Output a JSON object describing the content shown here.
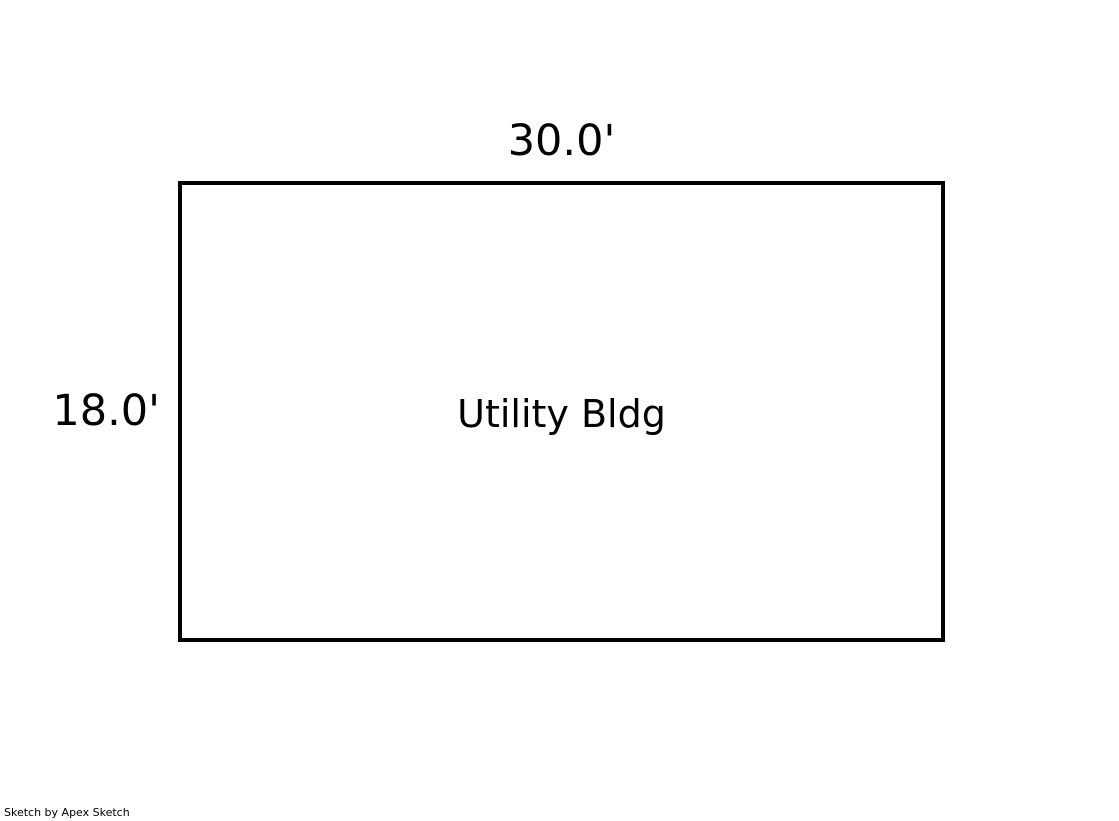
{
  "sketch": {
    "building_label": "Utility Bldg",
    "top_dimension": "30.0'",
    "left_dimension": "18.0'",
    "credit": "Sketch by Apex Sketch",
    "dimensions": {
      "width_feet": 30.0,
      "height_feet": 18.0
    },
    "colors": {
      "background": "#ffffff",
      "line": "#000000",
      "text": "#000000"
    }
  }
}
